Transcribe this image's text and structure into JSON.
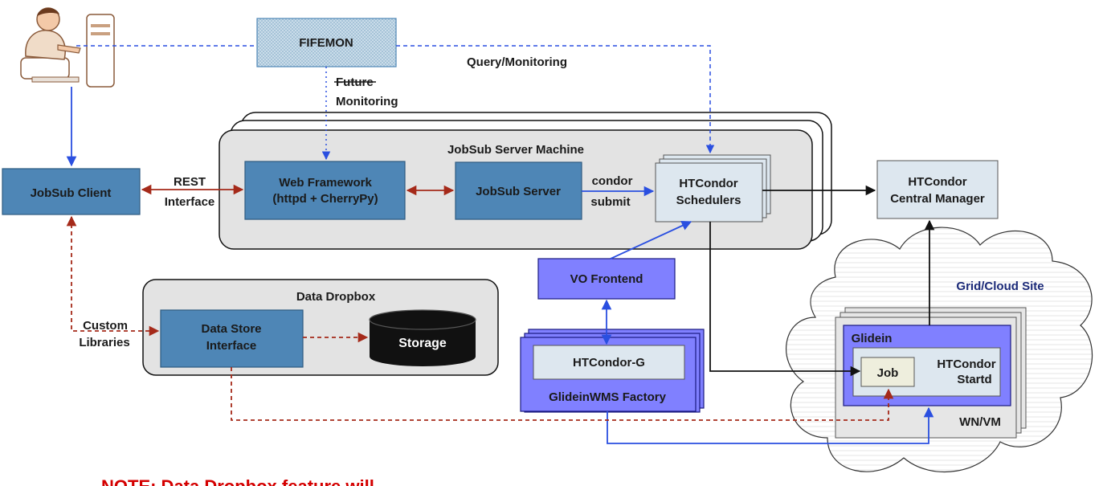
{
  "nodes": {
    "fifemon": "FIFEMON",
    "jobsub_client": "JobSub Client",
    "jobsub_server_machine": "JobSub Server Machine",
    "web_framework_line1": "Web Framework",
    "web_framework_line2": "(httpd + CherryPy)",
    "jobsub_server": "JobSub Server",
    "htcondor_schedulers_line1": "HTCondor",
    "htcondor_schedulers_line2": "Schedulers",
    "central_manager_line1": "HTCondor",
    "central_manager_line2": "Central Manager",
    "vo_frontend": "VO Frontend",
    "htcondor_g": "HTCondor-G",
    "glideinwms_factory": "GlideinWMS Factory",
    "data_dropbox": "Data Dropbox",
    "data_store_line1": "Data Store",
    "data_store_line2": "Interface",
    "storage": "Storage",
    "grid_cloud_site": "Grid/Cloud Site",
    "glidein": "Glidein",
    "job": "Job",
    "startd_line1": "HTCondor",
    "startd_line2": "Startd",
    "wn_vm": "WN/VM"
  },
  "edge_labels": {
    "query_monitoring": "Query/Monitoring",
    "future": "Future",
    "monitoring": "Monitoring",
    "rest_line1": "REST",
    "rest_line2": "Interface",
    "condor_line1": "condor",
    "condor_line2": "submit",
    "custom_line1": "Custom",
    "custom_line2": "Libraries"
  },
  "note": "NOTE: Data Dropbox feature will",
  "colors": {
    "steel_blue": "#4e86b6",
    "light_gray_blue": "#dde7ef",
    "purple": "#8080ff",
    "server_gray": "#e3e3e3",
    "blue_arrow": "#2a4fe0",
    "red_arrow": "#a52a1a",
    "note_red": "#d40000"
  },
  "icons": [
    "user-at-computer-icon"
  ]
}
